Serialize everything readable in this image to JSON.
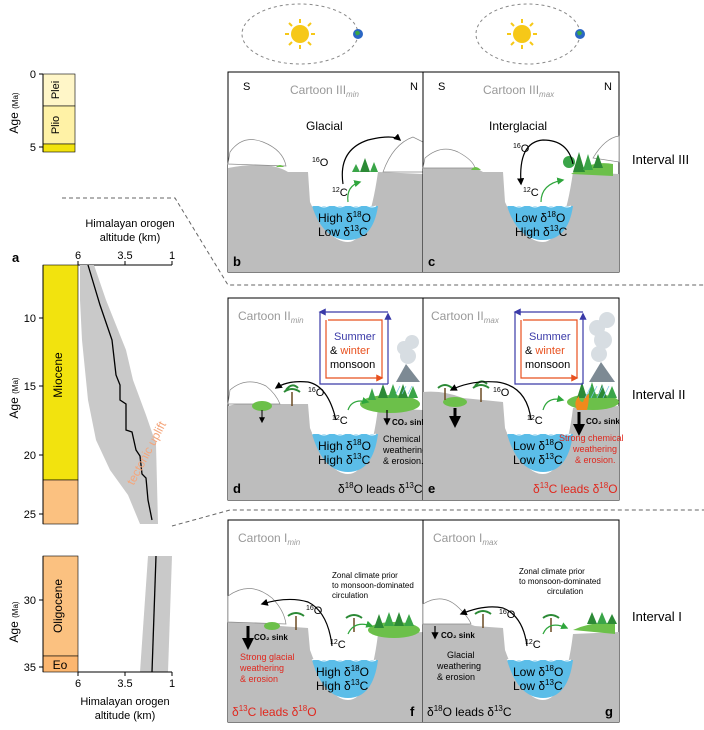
{
  "panel_letters": {
    "a": "a",
    "b": "b",
    "c": "c",
    "d": "d",
    "e": "e",
    "f": "f",
    "g": "g"
  },
  "col_a": {
    "top_axis": {
      "label": "Age",
      "unit": "(Ma)",
      "ticks": [
        "0",
        "5"
      ],
      "epochs": [
        "Plei",
        "Plio"
      ]
    },
    "mid_axis": {
      "xlabel_line1": "Himalayan orogen",
      "xlabel_line2": "altitude (km)",
      "xticks": [
        "6",
        "3.5",
        "1"
      ],
      "label": "Age",
      "unit": "(Ma)",
      "ticks": [
        "10",
        "15",
        "20",
        "25"
      ],
      "epoch": "Miocene",
      "annotation": "tectonic uplift"
    },
    "bot_axis": {
      "label": "Age",
      "unit": "(Ma)",
      "ticks": [
        "30",
        "35"
      ],
      "epochs": [
        "Oligocene",
        "Eo"
      ],
      "xticks": [
        "6",
        "3.5",
        "1"
      ],
      "xlabel_line1": "Himalayan orogen",
      "xlabel_line2": "altitude (km)"
    }
  },
  "intervals": {
    "iii": "Interval III",
    "ii": "Interval II",
    "i": "Interval I"
  },
  "cartoons": {
    "b": {
      "title_main": "Cartoon III",
      "title_sub": "min",
      "s": "S",
      "n": "N",
      "climate": "Glacial",
      "o16": "16",
      "c12": "12",
      "lake_l1_pre": "High δ",
      "lake_l1_sup": "18",
      "lake_l1_post": "O",
      "lake_l2_pre": "Low δ",
      "lake_l2_sup": "13",
      "lake_l2_post": "C"
    },
    "c": {
      "title_main": "Cartoon III",
      "title_sub": "max",
      "s": "S",
      "n": "N",
      "climate": "Interglacial",
      "o16": "16",
      "c12": "12",
      "lake_l1_pre": "Low δ",
      "lake_l1_sup": "18",
      "lake_l1_post": "O",
      "lake_l2_pre": "High δ",
      "lake_l2_sup": "13",
      "lake_l2_post": "C"
    },
    "d": {
      "title_main": "Cartoon II",
      "title_sub": "min",
      "monsoon_1": "Summer",
      "monsoon_2a": "&",
      "monsoon_2b": "winter",
      "monsoon_3": "monsoon",
      "o16": "16",
      "c12": "12",
      "lake_l1_pre": "High δ",
      "lake_l1_sup": "18",
      "lake_l1_post": "O",
      "lake_l2_pre": "High δ",
      "lake_l2_sup": "13",
      "lake_l2_post": "C",
      "sink": "CO₂ sink",
      "weath_1": "Chemical",
      "weath_2": "weathering",
      "weath_3": "& erosion.",
      "lead_a": "δ",
      "lead_as": "18",
      "lead_b": "O leads δ",
      "lead_bs": "13",
      "lead_c": "C"
    },
    "e": {
      "title_main": "Cartoon II",
      "title_sub": "max",
      "monsoon_1": "Summer",
      "monsoon_2a": "&",
      "monsoon_2b": "winter",
      "monsoon_3": "monsoon",
      "o16": "16",
      "c12": "12",
      "lake_l1_pre": "Low δ",
      "lake_l1_sup": "18",
      "lake_l1_post": "O",
      "lake_l2_pre": "Low δ",
      "lake_l2_sup": "13",
      "lake_l2_post": "C",
      "sink": "CO₂ sink",
      "weath_1": "Strong chemical",
      "weath_2": "weathering",
      "weath_3": "& erosion.",
      "lead_a": "δ",
      "lead_as": "13",
      "lead_b": "C leads δ",
      "lead_bs": "18",
      "lead_c": "O"
    },
    "f": {
      "title_main": "Cartoon I",
      "title_sub": "min",
      "zonal_1": "Zonal climate prior",
      "zonal_2": "to monsoon-dominated",
      "zonal_3": "circulation",
      "o16": "16",
      "c12": "12",
      "lake_l1_pre": "High δ",
      "lake_l1_sup": "18",
      "lake_l1_post": "O",
      "lake_l2_pre": "High δ",
      "lake_l2_sup": "13",
      "lake_l2_post": "C",
      "sink": "CO₂ sink",
      "weath_1": "Strong glacial",
      "weath_2": "weathering",
      "weath_3": "& erosion",
      "lead_a": "δ",
      "lead_as": "13",
      "lead_b": "C leads δ",
      "lead_bs": "18",
      "lead_c": "O"
    },
    "g": {
      "title_main": "Cartoon I",
      "title_sub": "max",
      "zonal_1": "Zonal climate prior",
      "zonal_2": "to monsoon-dominated",
      "zonal_3": "circulation",
      "o16": "16",
      "c12": "12",
      "lake_l1_pre": "Low δ",
      "lake_l1_sup": "18",
      "lake_l1_post": "O",
      "lake_l2_pre": "Low δ",
      "lake_l2_sup": "13",
      "lake_l2_post": "C",
      "sink": "CO₂ sink",
      "weath_1": "Glacial",
      "weath_2": "weathering",
      "weath_3": "& erosion",
      "lead_a": "δ",
      "lead_as": "18",
      "lead_b": "O leads δ",
      "lead_bs": "13",
      "lead_c": "C"
    }
  },
  "colors": {
    "miocene": "#f2e30e",
    "plio": "#fff2a6",
    "plei": "#fff6c8",
    "oligocene": "#fbc180",
    "eocene": "#fcb66f",
    "lake": "#5bbde8",
    "ground": "#bdbdbd",
    "red": "#e0281e",
    "green": "#2fa63c",
    "uplift_band": "#c9c9c9",
    "uplift_text": "#f4a67c"
  }
}
